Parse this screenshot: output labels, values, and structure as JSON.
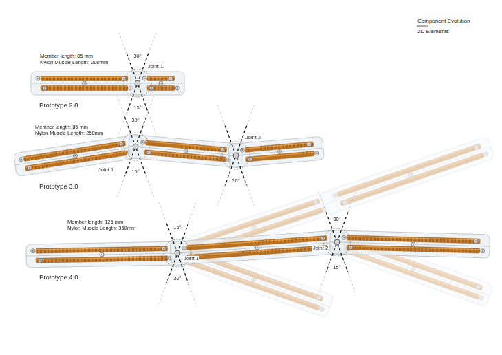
{
  "diagram": {
    "title": "Component Evolution",
    "labels": [
      "2D Elements",
      "Member length: 85 mm",
      "Nylon Muscle Length: 200mm",
      "30°",
      "Joint 1",
      "15°",
      "Prototype 2.0",
      "Member length: 85 mm",
      "Nylon Muscle Length: 250mm",
      "30°",
      "Joint 1",
      "15°",
      "Joint 2",
      "30°",
      "Prototype 3.0",
      "Member length: 125 mm",
      "Nylon Muscle Length: 350mm",
      "15°",
      "Joint 1",
      "30°",
      "30°",
      "Joint 2",
      "15°",
      "Prototype 4.0"
    ]
  }
}
